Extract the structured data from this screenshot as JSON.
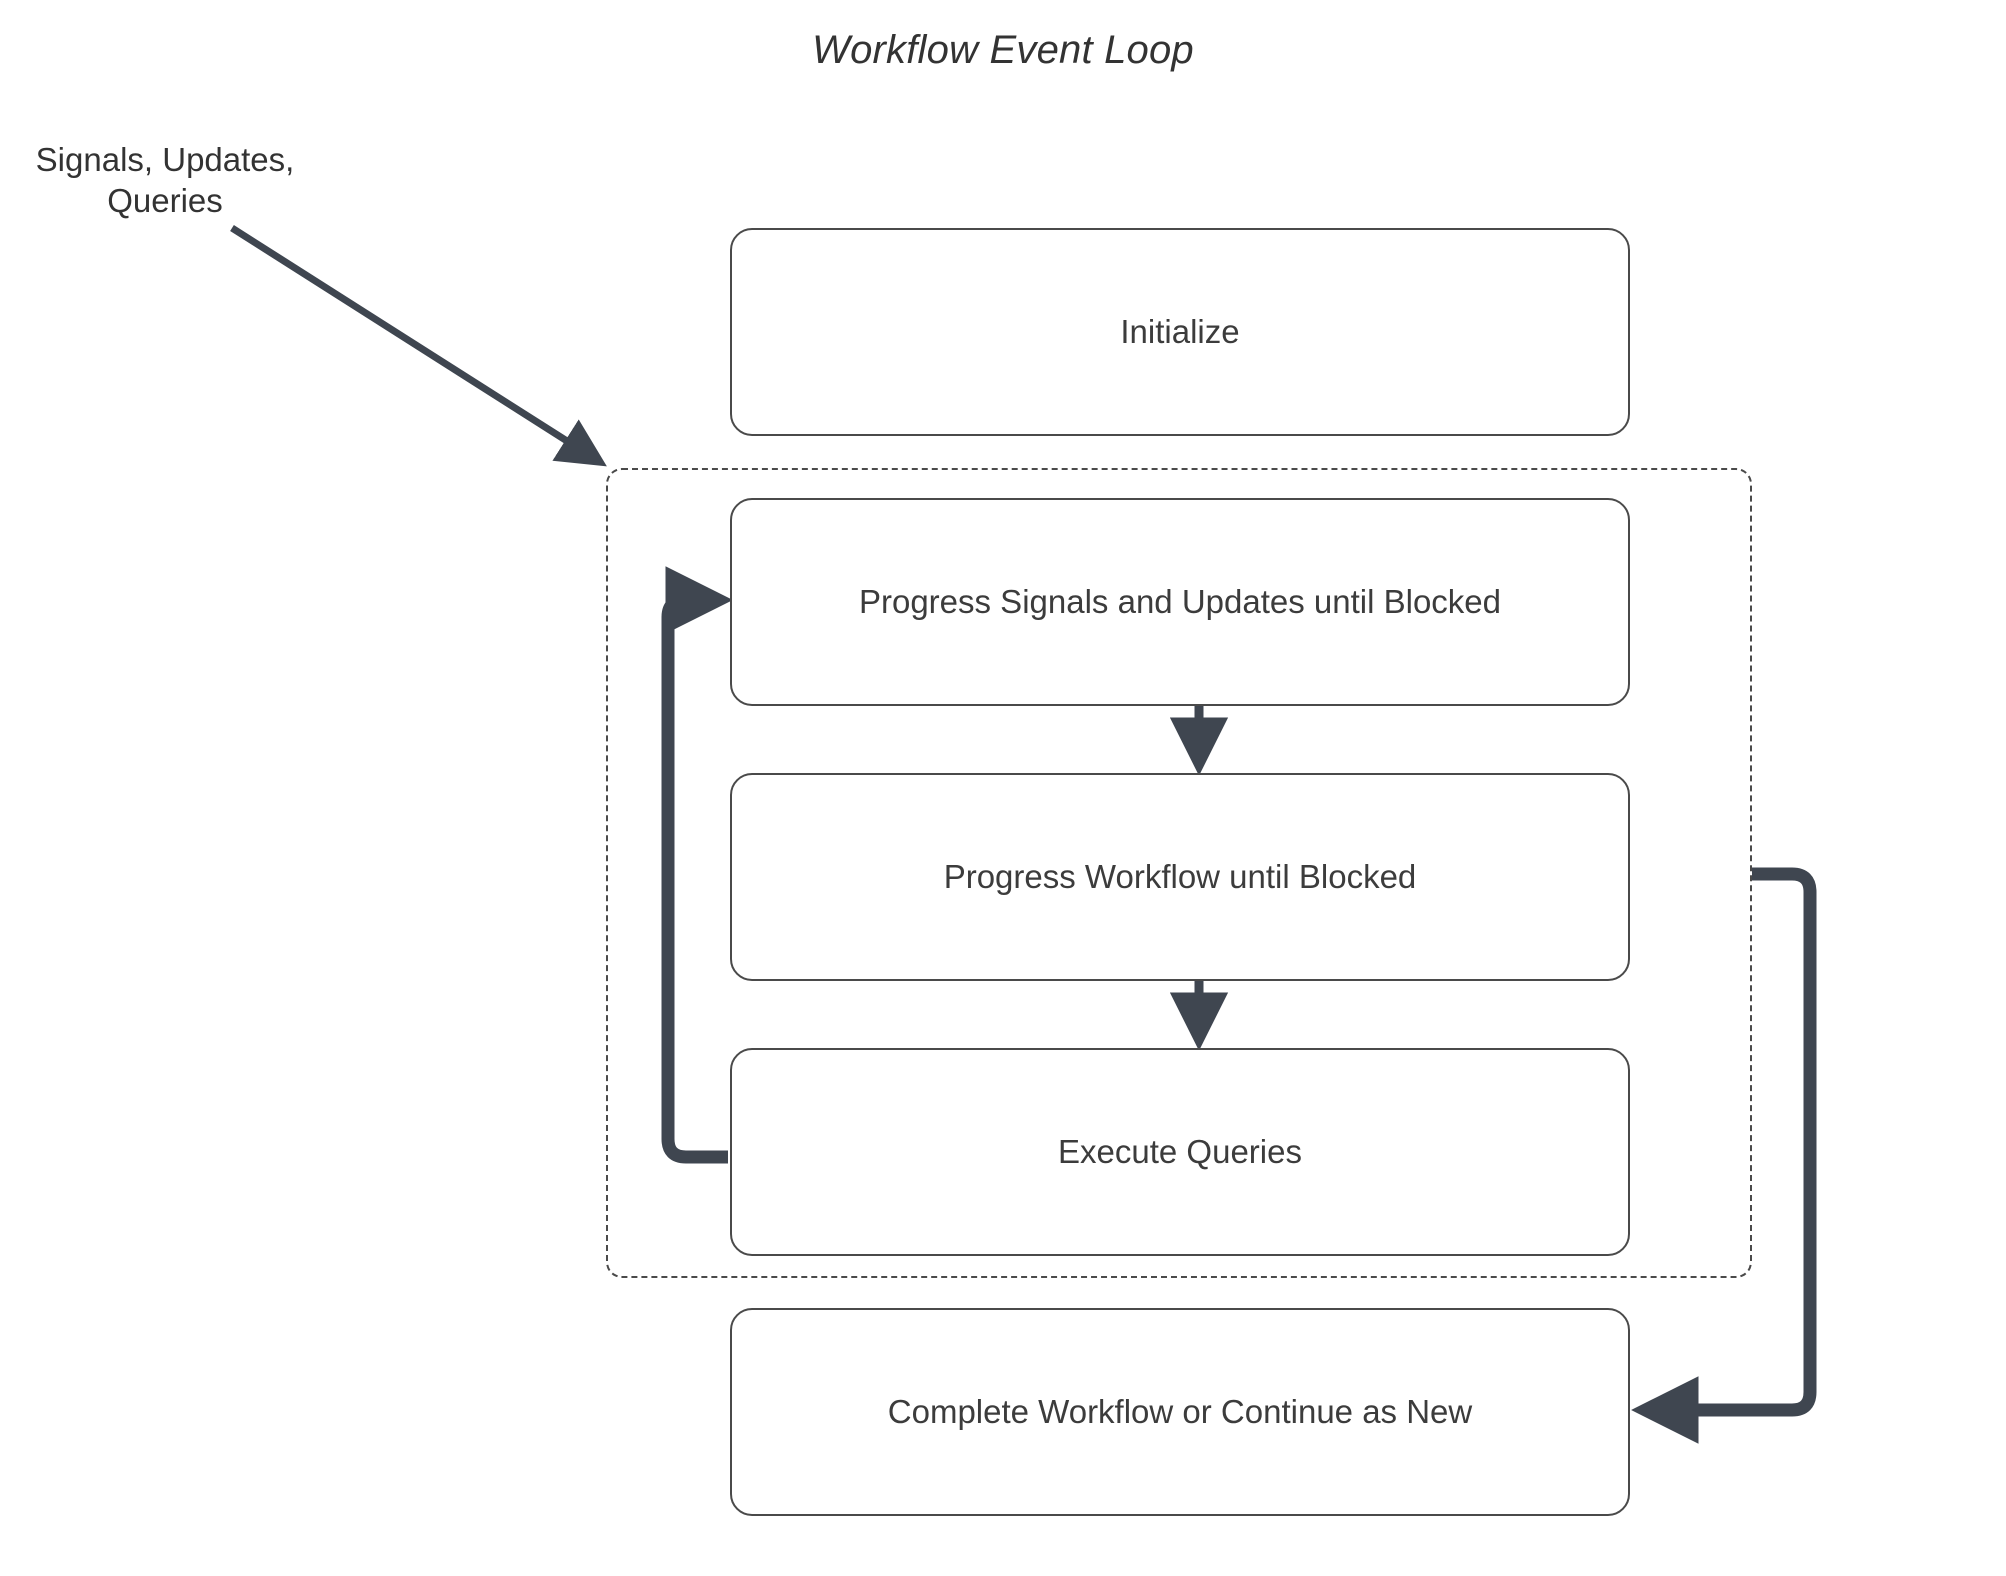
{
  "title": "Workflow Event Loop",
  "colors": {
    "edge": "#3f4650",
    "node_border": "#4a4a4a",
    "text": "#3c3c3c",
    "background": "#ffffff"
  },
  "labels": {
    "external_input": "Signals, Updates,\nQueries"
  },
  "nodes": {
    "initialize": "Initialize",
    "progress_signals": "Progress Signals and Updates until Blocked",
    "progress_workflow": "Progress Workflow until Blocked",
    "execute_queries": "Execute Queries",
    "complete_workflow": "Complete Workflow or Continue as New"
  },
  "edges": [
    {
      "name": "external-input-to-loop",
      "from": "Signals, Updates, Queries",
      "to": "Event Loop",
      "style": "solid-arrow"
    },
    {
      "name": "progress-signals-to-progress-workflow",
      "from": "Progress Signals and Updates until Blocked",
      "to": "Progress Workflow until Blocked",
      "style": "solid-arrow"
    },
    {
      "name": "progress-workflow-to-execute-queries",
      "from": "Progress Workflow until Blocked",
      "to": "Execute Queries",
      "style": "solid-arrow"
    },
    {
      "name": "execute-queries-loop-back",
      "from": "Execute Queries",
      "to": "Progress Signals and Updates until Blocked",
      "style": "thick-loop-arrow"
    },
    {
      "name": "loop-exit-to-complete-workflow",
      "from": "Event Loop",
      "to": "Complete Workflow or Continue as New",
      "style": "thick-loop-arrow"
    }
  ]
}
